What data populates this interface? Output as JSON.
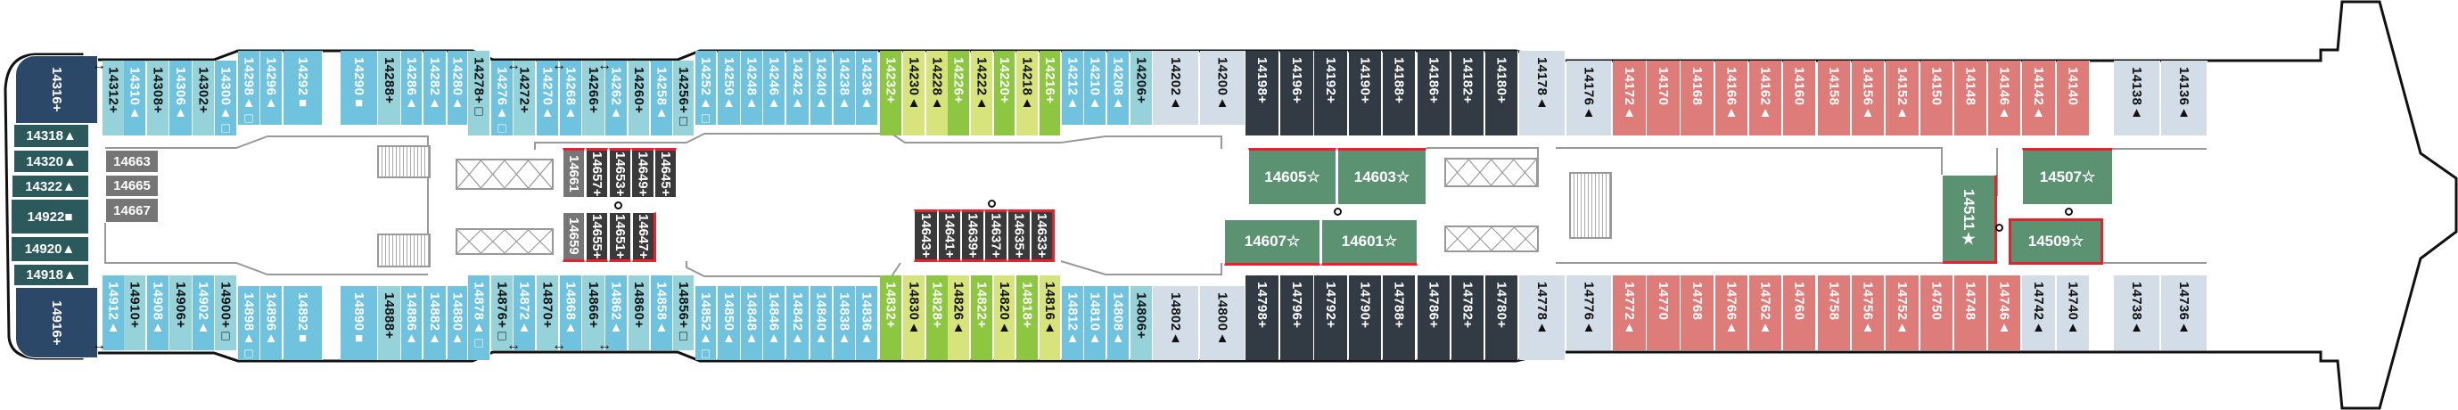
{
  "colors": {
    "blue": "#6fc3df",
    "teal": "#95d2da",
    "green": "#8dc641",
    "yellow": "#d7e47c",
    "gray": "#d3dde8",
    "dark": "#323a44",
    "pink": "#de7c79",
    "navy": "#2b4868",
    "darkteal": "#2c5a5c",
    "stone": "#767676",
    "charcoal": "#3a3a3a",
    "suite": "#5b9272",
    "accent_red": "#e8212e"
  },
  "top_row": [
    {
      "n": "14312",
      "s": "+",
      "t": "teal"
    },
    {
      "n": "14310",
      "s": "▲",
      "t": "blue"
    },
    {
      "n": "14308",
      "s": "+",
      "t": "teal"
    },
    {
      "n": "14306",
      "s": "▲",
      "t": "blue"
    },
    {
      "n": "14302",
      "s": "+",
      "t": "teal"
    },
    {
      "n": "14300",
      "s": "▲□",
      "t": "blue"
    },
    {
      "n": "14298",
      "s": "▲□",
      "t": "blue"
    },
    {
      "n": "14296",
      "s": "▲",
      "t": "blue"
    },
    {
      "n": "14292",
      "s": "■",
      "t": "blue"
    },
    {
      "n": "14290",
      "s": "■",
      "t": "blue"
    },
    {
      "n": "14288",
      "s": "+",
      "t": "teal"
    },
    {
      "n": "14286",
      "s": "▲",
      "t": "blue"
    },
    {
      "n": "14282",
      "s": "▲",
      "t": "blue"
    },
    {
      "n": "14280",
      "s": "▲",
      "t": "blue"
    },
    {
      "n": "14278",
      "s": "+□",
      "t": "teal"
    },
    {
      "n": "14276",
      "s": "▲□",
      "t": "blue"
    },
    {
      "n": "14272",
      "s": "+",
      "t": "teal"
    },
    {
      "n": "14270",
      "s": "▲",
      "t": "blue"
    },
    {
      "n": "14268",
      "s": "▲",
      "t": "blue"
    },
    {
      "n": "14266",
      "s": "+",
      "t": "teal"
    },
    {
      "n": "14262",
      "s": "▲",
      "t": "blue"
    },
    {
      "n": "14260",
      "s": "+",
      "t": "teal"
    },
    {
      "n": "14258",
      "s": "▲",
      "t": "blue"
    },
    {
      "n": "14256",
      "s": "+□",
      "t": "teal"
    },
    {
      "n": "14252",
      "s": "▲□",
      "t": "blue"
    },
    {
      "n": "14250",
      "s": "▲",
      "t": "blue"
    },
    {
      "n": "14248",
      "s": "▲",
      "t": "blue"
    },
    {
      "n": "14246",
      "s": "▲",
      "t": "blue"
    },
    {
      "n": "14242",
      "s": "▲",
      "t": "blue"
    },
    {
      "n": "14240",
      "s": "▲",
      "t": "blue"
    },
    {
      "n": "14238",
      "s": "▲",
      "t": "blue"
    },
    {
      "n": "14236",
      "s": "▲",
      "t": "blue"
    },
    {
      "n": "14232",
      "s": "+",
      "t": "green"
    },
    {
      "n": "14230",
      "s": "▲",
      "t": "yellow"
    },
    {
      "n": "14228",
      "s": "▲",
      "t": "yellow"
    },
    {
      "n": "14226",
      "s": "+",
      "t": "green"
    },
    {
      "n": "14222",
      "s": "▲",
      "t": "yellow"
    },
    {
      "n": "14220",
      "s": "+",
      "t": "green"
    },
    {
      "n": "14218",
      "s": "▲",
      "t": "yellow"
    },
    {
      "n": "14216",
      "s": "+",
      "t": "green"
    },
    {
      "n": "14212",
      "s": "▲",
      "t": "blue"
    },
    {
      "n": "14210",
      "s": "▲",
      "t": "blue"
    },
    {
      "n": "14208",
      "s": "▲",
      "t": "blue"
    },
    {
      "n": "14206",
      "s": "+",
      "t": "teal"
    },
    {
      "n": "14202",
      "s": "▲",
      "t": "gray"
    },
    {
      "n": "14200",
      "s": "▲",
      "t": "gray"
    },
    {
      "n": "14198",
      "s": "+",
      "t": "dark"
    },
    {
      "n": "14196",
      "s": "+",
      "t": "dark"
    },
    {
      "n": "14192",
      "s": "+",
      "t": "dark"
    },
    {
      "n": "14190",
      "s": "+",
      "t": "dark"
    },
    {
      "n": "14188",
      "s": "+",
      "t": "dark"
    },
    {
      "n": "14186",
      "s": "+",
      "t": "dark"
    },
    {
      "n": "14182",
      "s": "+",
      "t": "dark"
    },
    {
      "n": "14180",
      "s": "+",
      "t": "dark"
    },
    {
      "n": "14178",
      "s": "▲",
      "t": "gray"
    },
    {
      "n": "14176",
      "s": "▲",
      "t": "gray"
    },
    {
      "n": "14172",
      "s": "▲",
      "t": "pink"
    },
    {
      "n": "14170",
      "s": "",
      "t": "pink"
    },
    {
      "n": "14168",
      "s": "",
      "t": "pink"
    },
    {
      "n": "14166",
      "s": "▲",
      "t": "pink"
    },
    {
      "n": "14162",
      "s": "▲",
      "t": "pink"
    },
    {
      "n": "14160",
      "s": "",
      "t": "pink"
    },
    {
      "n": "14158",
      "s": "",
      "t": "pink"
    },
    {
      "n": "14156",
      "s": "▲",
      "t": "pink"
    },
    {
      "n": "14152",
      "s": "▲",
      "t": "pink"
    },
    {
      "n": "14150",
      "s": "",
      "t": "pink"
    },
    {
      "n": "14148",
      "s": "",
      "t": "pink"
    },
    {
      "n": "14146",
      "s": "▲",
      "t": "pink"
    },
    {
      "n": "14142",
      "s": "▲",
      "t": "pink"
    },
    {
      "n": "14140",
      "s": "",
      "t": "pink"
    },
    {
      "n": "14138",
      "s": "▲",
      "t": "gray"
    },
    {
      "n": "14136",
      "s": "▲",
      "t": "gray"
    }
  ],
  "bottom_row": [
    {
      "n": "14912",
      "s": "▲",
      "t": "blue"
    },
    {
      "n": "14910",
      "s": "+",
      "t": "teal"
    },
    {
      "n": "14908",
      "s": "▲",
      "t": "blue"
    },
    {
      "n": "14906",
      "s": "+",
      "t": "teal"
    },
    {
      "n": "14902",
      "s": "▲",
      "t": "blue"
    },
    {
      "n": "14900",
      "s": "+□",
      "t": "teal"
    },
    {
      "n": "14898",
      "s": "▲□",
      "t": "blue"
    },
    {
      "n": "14896",
      "s": "▲",
      "t": "blue"
    },
    {
      "n": "14892",
      "s": "■",
      "t": "blue"
    },
    {
      "n": "14890",
      "s": "■",
      "t": "blue"
    },
    {
      "n": "14888",
      "s": "+",
      "t": "teal"
    },
    {
      "n": "14886",
      "s": "▲",
      "t": "blue"
    },
    {
      "n": "14882",
      "s": "▲",
      "t": "blue"
    },
    {
      "n": "14880",
      "s": "▲",
      "t": "blue"
    },
    {
      "n": "14878",
      "s": "▲□",
      "t": "blue"
    },
    {
      "n": "14876",
      "s": "+□",
      "t": "teal"
    },
    {
      "n": "14872",
      "s": "▲",
      "t": "blue"
    },
    {
      "n": "14870",
      "s": "+",
      "t": "teal"
    },
    {
      "n": "14868",
      "s": "▲",
      "t": "blue"
    },
    {
      "n": "14866",
      "s": "+",
      "t": "teal"
    },
    {
      "n": "14862",
      "s": "▲",
      "t": "blue"
    },
    {
      "n": "14860",
      "s": "+",
      "t": "teal"
    },
    {
      "n": "14858",
      "s": "▲",
      "t": "blue"
    },
    {
      "n": "14856",
      "s": "+□",
      "t": "teal"
    },
    {
      "n": "14852",
      "s": "▲□",
      "t": "blue"
    },
    {
      "n": "14850",
      "s": "▲",
      "t": "blue"
    },
    {
      "n": "14848",
      "s": "▲",
      "t": "blue"
    },
    {
      "n": "14846",
      "s": "▲",
      "t": "blue"
    },
    {
      "n": "14842",
      "s": "▲",
      "t": "blue"
    },
    {
      "n": "14840",
      "s": "▲",
      "t": "blue"
    },
    {
      "n": "14838",
      "s": "▲",
      "t": "blue"
    },
    {
      "n": "14836",
      "s": "▲",
      "t": "blue"
    },
    {
      "n": "14832",
      "s": "+",
      "t": "green"
    },
    {
      "n": "14830",
      "s": "▲",
      "t": "yellow"
    },
    {
      "n": "14828",
      "s": "+",
      "t": "green"
    },
    {
      "n": "14826",
      "s": "▲",
      "t": "yellow"
    },
    {
      "n": "14822",
      "s": "+",
      "t": "green"
    },
    {
      "n": "14820",
      "s": "▲",
      "t": "yellow"
    },
    {
      "n": "14818",
      "s": "+",
      "t": "green"
    },
    {
      "n": "14816",
      "s": "▲",
      "t": "yellow"
    },
    {
      "n": "14812",
      "s": "▲",
      "t": "blue"
    },
    {
      "n": "14810",
      "s": "▲",
      "t": "blue"
    },
    {
      "n": "14808",
      "s": "▲",
      "t": "blue"
    },
    {
      "n": "14806",
      "s": "+",
      "t": "teal"
    },
    {
      "n": "14802",
      "s": "▲",
      "t": "gray"
    },
    {
      "n": "14800",
      "s": "▲",
      "t": "gray"
    },
    {
      "n": "14798",
      "s": "+",
      "t": "dark"
    },
    {
      "n": "14796",
      "s": "+",
      "t": "dark"
    },
    {
      "n": "14792",
      "s": "+",
      "t": "dark"
    },
    {
      "n": "14790",
      "s": "+",
      "t": "dark"
    },
    {
      "n": "14788",
      "s": "+",
      "t": "dark"
    },
    {
      "n": "14786",
      "s": "+",
      "t": "dark"
    },
    {
      "n": "14782",
      "s": "+",
      "t": "dark"
    },
    {
      "n": "14780",
      "s": "+",
      "t": "dark"
    },
    {
      "n": "14778",
      "s": "▲",
      "t": "gray"
    },
    {
      "n": "14776",
      "s": "▲",
      "t": "gray"
    },
    {
      "n": "14772",
      "s": "▲",
      "t": "pink"
    },
    {
      "n": "14770",
      "s": "",
      "t": "pink"
    },
    {
      "n": "14768",
      "s": "",
      "t": "pink"
    },
    {
      "n": "14766",
      "s": "▲",
      "t": "pink"
    },
    {
      "n": "14762",
      "s": "▲",
      "t": "pink"
    },
    {
      "n": "14760",
      "s": "",
      "t": "pink"
    },
    {
      "n": "14758",
      "s": "",
      "t": "pink"
    },
    {
      "n": "14756",
      "s": "▲",
      "t": "pink"
    },
    {
      "n": "14752",
      "s": "▲",
      "t": "pink"
    },
    {
      "n": "14750",
      "s": "",
      "t": "pink"
    },
    {
      "n": "14748",
      "s": "",
      "t": "pink"
    },
    {
      "n": "14746",
      "s": "▲",
      "t": "pink"
    },
    {
      "n": "14742",
      "s": "▲",
      "t": "gray"
    },
    {
      "n": "14740",
      "s": "▲",
      "t": "gray"
    },
    {
      "n": "14738",
      "s": "▲",
      "t": "gray"
    },
    {
      "n": "14736",
      "s": "▲",
      "t": "gray"
    }
  ],
  "interior": [
    {
      "n": "14316",
      "s": "+",
      "t": "navy"
    },
    {
      "n": "14318",
      "s": "▲",
      "t": "darkteal"
    },
    {
      "n": "14320",
      "s": "▲",
      "t": "darkteal"
    },
    {
      "n": "14322",
      "s": "▲",
      "t": "darkteal"
    },
    {
      "n": "14922",
      "s": "■",
      "t": "darkteal"
    },
    {
      "n": "14920",
      "s": "▲",
      "t": "darkteal"
    },
    {
      "n": "14918",
      "s": "▲",
      "t": "darkteal"
    },
    {
      "n": "14916",
      "s": "+",
      "t": "navy"
    },
    {
      "n": "14663",
      "s": "",
      "t": "stone"
    },
    {
      "n": "14665",
      "s": "",
      "t": "stone"
    },
    {
      "n": "14667",
      "s": "",
      "t": "stone"
    },
    {
      "n": "14661",
      "s": "",
      "t": "stone"
    },
    {
      "n": "14657",
      "s": "+",
      "t": "charcoal"
    },
    {
      "n": "14653",
      "s": "+",
      "t": "charcoal"
    },
    {
      "n": "14649",
      "s": "+",
      "t": "charcoal"
    },
    {
      "n": "14645",
      "s": "+",
      "t": "charcoal"
    },
    {
      "n": "14659",
      "s": "",
      "t": "stone"
    },
    {
      "n": "14655",
      "s": "+",
      "t": "charcoal"
    },
    {
      "n": "14651",
      "s": "+",
      "t": "charcoal"
    },
    {
      "n": "14647",
      "s": "+",
      "t": "charcoal"
    },
    {
      "n": "14643",
      "s": "+",
      "t": "charcoal"
    },
    {
      "n": "14641",
      "s": "+",
      "t": "charcoal"
    },
    {
      "n": "14639",
      "s": "+",
      "t": "charcoal"
    },
    {
      "n": "14637",
      "s": "+",
      "t": "charcoal"
    },
    {
      "n": "14635",
      "s": "+",
      "t": "charcoal"
    },
    {
      "n": "14633",
      "s": "+",
      "t": "charcoal"
    },
    {
      "n": "14605",
      "s": "☆",
      "t": "suite"
    },
    {
      "n": "14603",
      "s": "☆",
      "t": "suite"
    },
    {
      "n": "14607",
      "s": "☆",
      "t": "suite"
    },
    {
      "n": "14601",
      "s": "☆",
      "t": "suite"
    },
    {
      "n": "14511",
      "s": "★",
      "t": "suite"
    },
    {
      "n": "14507",
      "s": "☆",
      "t": "suite"
    },
    {
      "n": "14509",
      "s": "☆",
      "t": "suite"
    }
  ]
}
